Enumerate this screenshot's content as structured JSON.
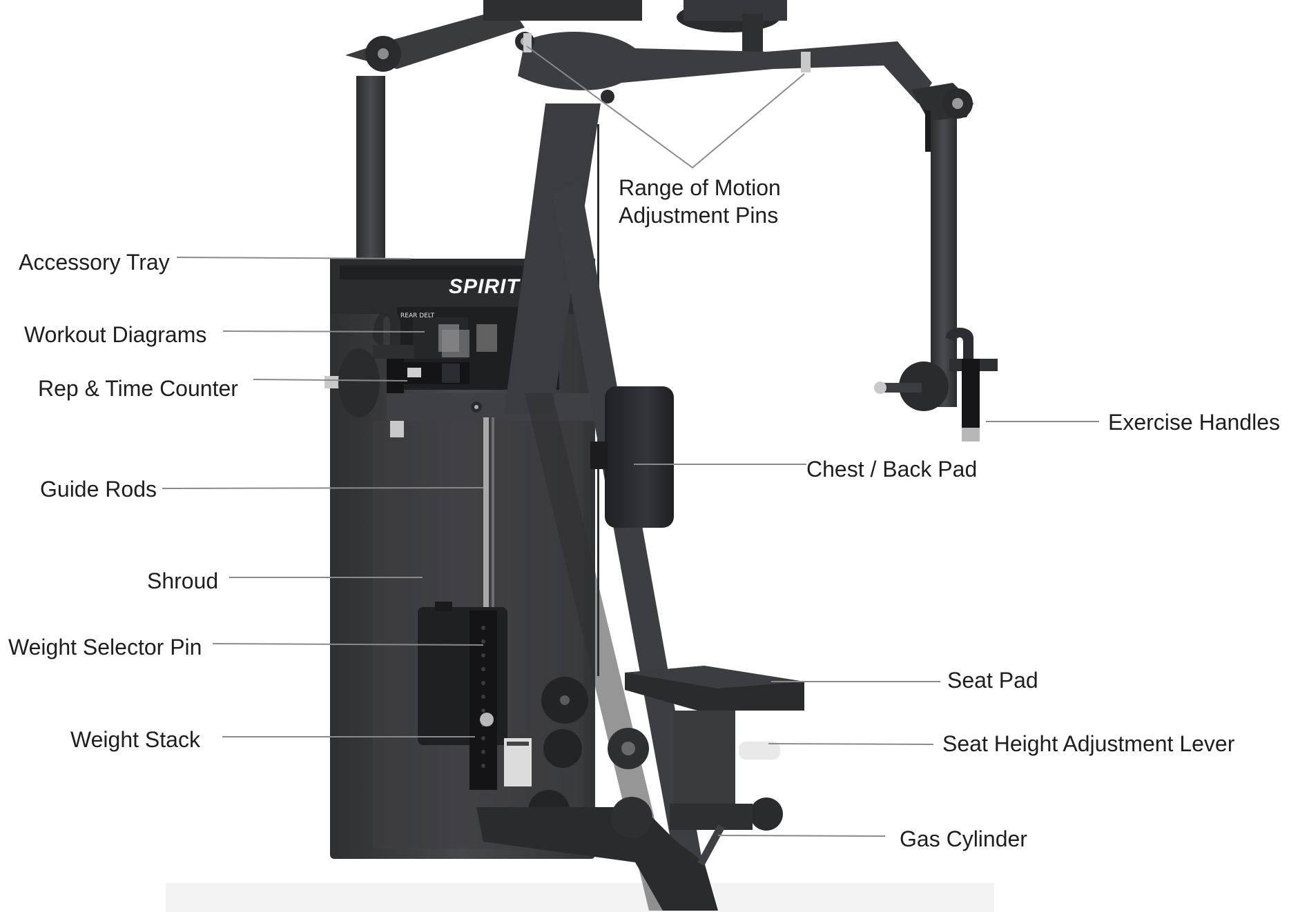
{
  "brand": "SPIRIT",
  "placard_text": "REAR DELT",
  "callouts": {
    "accessory_tray": "Accessory Tray",
    "workout_diagrams": "Workout Diagrams",
    "rep_time_counter": "Rep & Time Counter",
    "guide_rods": "Guide Rods",
    "shroud": "Shroud",
    "weight_selector_pin": "Weight Selector Pin",
    "weight_stack": "Weight Stack",
    "range_of_motion_pins": "Range of Motion\nAdjustment Pins",
    "exercise_handles": "Exercise Handles",
    "chest_back_pad": "Chest / Back Pad",
    "seat_pad": "Seat Pad",
    "seat_height_lever": "Seat Height Adjustment Lever",
    "gas_cylinder": "Gas Cylinder"
  },
  "colors": {
    "frame": "#3a3b3d",
    "frame_dark": "#2a2b2d",
    "pad": "#26272a",
    "leader_line": "#8a8a8a",
    "text": "#1e1e1e"
  }
}
